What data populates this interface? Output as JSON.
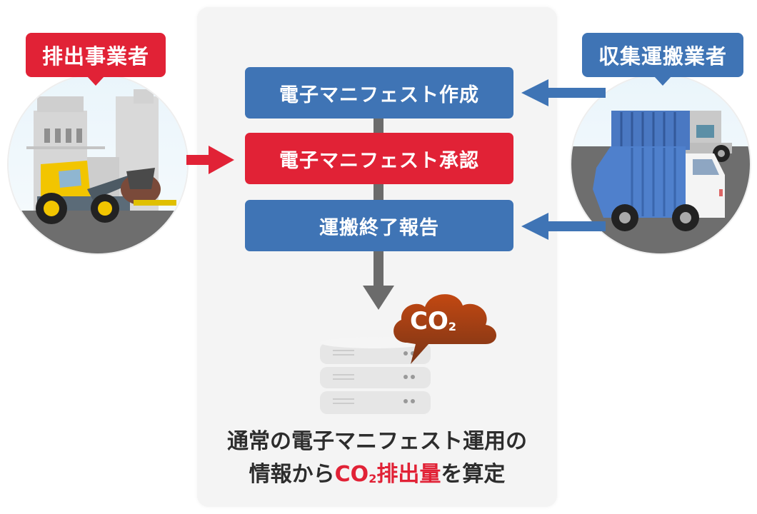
{
  "actors": {
    "discharger": {
      "label": "排出事業者",
      "color": "#e12236",
      "illustration": "wheel-loader-at-factory"
    },
    "transporter": {
      "label": "収集運搬業者",
      "color": "#3f74b5",
      "illustration": "garbage-truck"
    }
  },
  "flow": {
    "steps": [
      {
        "label": "電子マニフェスト作成",
        "color": "#3f74b5",
        "actor": "transporter"
      },
      {
        "label": "電子マニフェスト承認",
        "color": "#e12236",
        "actor": "discharger"
      },
      {
        "label": "運搬終了報告",
        "color": "#3f74b5",
        "actor": "transporter"
      }
    ],
    "connector_color": "#6b6b6b"
  },
  "database": {
    "icon": "server-database-icon",
    "badge": {
      "text": "CO",
      "subscript": "2",
      "color": "#a8421c"
    }
  },
  "caption": {
    "line1": "通常の電子マニフェスト運用の",
    "line2_prefix": "情報から",
    "line2_highlight_co": "CO",
    "line2_highlight_sub": "2",
    "line2_highlight_rest": "排出量",
    "line2_suffix": "を算定"
  }
}
